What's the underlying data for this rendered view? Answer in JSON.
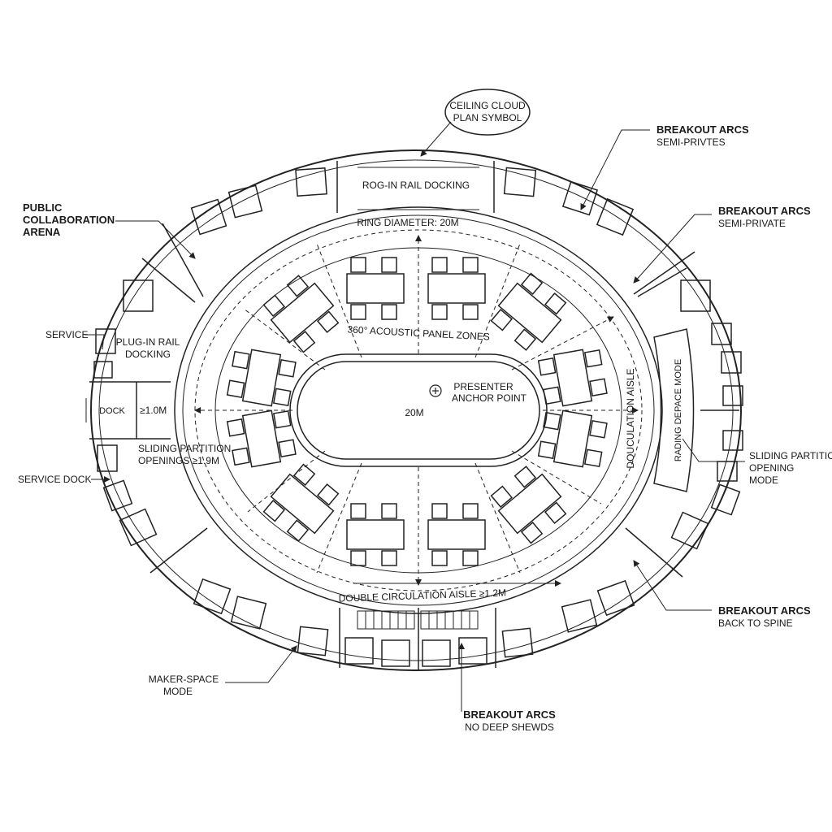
{
  "callouts": {
    "ceiling_cloud": {
      "line1": "CEILING CLOUD",
      "line2": "PLAN SYMBOL"
    },
    "breakout_top": {
      "title": "BREAKOUT ARCS",
      "sub": "SEMI-PRIVTES"
    },
    "breakout_right": {
      "title": "BREAKOUT ARCS",
      "sub": "SEMI-PRIVATE"
    },
    "public_arena": {
      "line1": "PUBLIC",
      "line2": "COLLABORATION",
      "line3": "ARENA"
    },
    "service": "SERVICE",
    "plugin_rail_left": {
      "line1": "PLUG-IN RAIL",
      "line2": "DOCKING"
    },
    "dock": "DOCK",
    "dock_width": "≥1.0M",
    "sliding_left": {
      "line1": "SLIDING PARTITION",
      "line2": "OPENINGS ≥1.9M"
    },
    "service_dock": "SERVICE DOCK",
    "sliding_right": {
      "line1": "SLIDING PARTITION",
      "line2": "OPENING",
      "line3": "MODE"
    },
    "breakout_lower_right": {
      "title": "BREAKOUT ARCS",
      "sub": "BACK TO SPINE"
    },
    "maker_space": {
      "line1": "MAKER-SPACE",
      "line2": "MODE"
    },
    "breakout_bottom": {
      "title": "BREAKOUT ARCS",
      "sub": "NO DEEP SHEWDS"
    }
  },
  "plan_labels": {
    "plugin_rail_top": "ROG-IN RAIL DOCKING",
    "ring_diameter": "RING DIAMETER: 20M",
    "acoustic_zones": "360° ACOUSTIC PANEL ZONES",
    "presenter": {
      "line1": "PRESENTER",
      "line2": "ANCHOR POINT"
    },
    "center_dimension": "20M",
    "circulation_aisle_right": "DOUCULATION AISLE",
    "maker_space_rotated": "RADING DEPACE MODE",
    "circulation_aisle_bottom": "DOUBLE CIRCULATION AISLE ≥1.2M"
  },
  "icons": {
    "presenter_marker": "crosshair-icon"
  },
  "colors": {
    "ink": "#222222",
    "background": "#ffffff"
  }
}
